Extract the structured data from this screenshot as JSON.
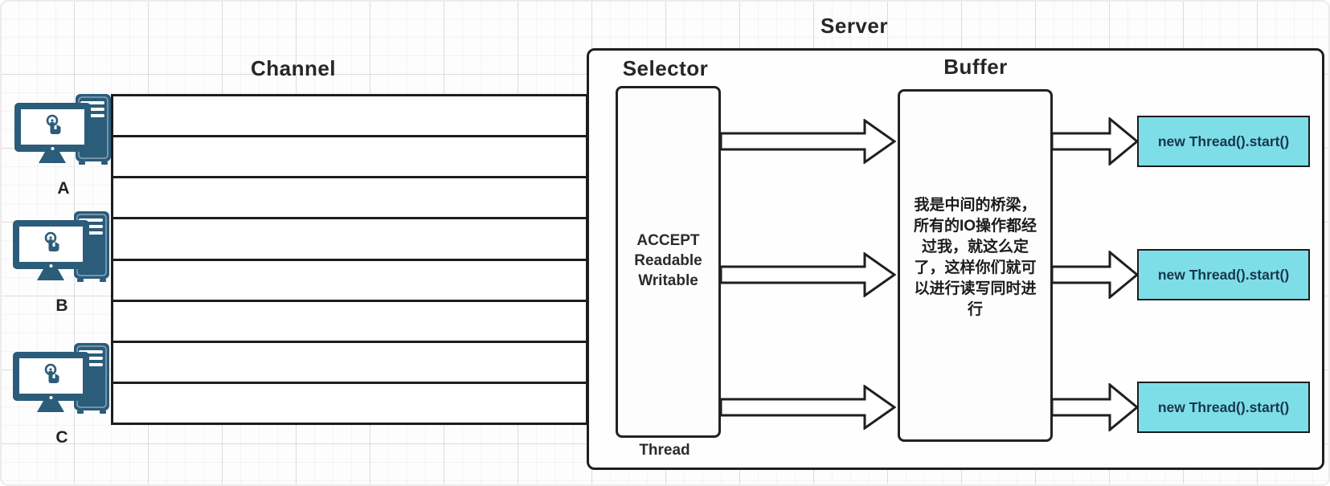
{
  "channel": {
    "label": "Channel"
  },
  "server": {
    "label": "Server",
    "selector": {
      "label": "Selector",
      "operations": "ACCEPT\nReadable\nWritable",
      "thread_label": "Thread"
    },
    "buffer": {
      "label": "Buffer",
      "note": "我是中间的桥梁，\n所有的IO操作都经\n过我，就这么定\n了，这样你们就可\n以进行读写同时进\n行"
    },
    "thread_boxes": [
      {
        "label": "new Thread().start()"
      },
      {
        "label": "new Thread().start()"
      },
      {
        "label": "new Thread().start()"
      }
    ]
  },
  "clients": [
    {
      "label": "A"
    },
    {
      "label": "B"
    },
    {
      "label": "C"
    }
  ],
  "colors": {
    "thread_box_fill": "#7EDEE8",
    "thread_box_text": "#17374D",
    "client_icon": "#2B5C7A",
    "stroke": "#1F1F1F"
  }
}
